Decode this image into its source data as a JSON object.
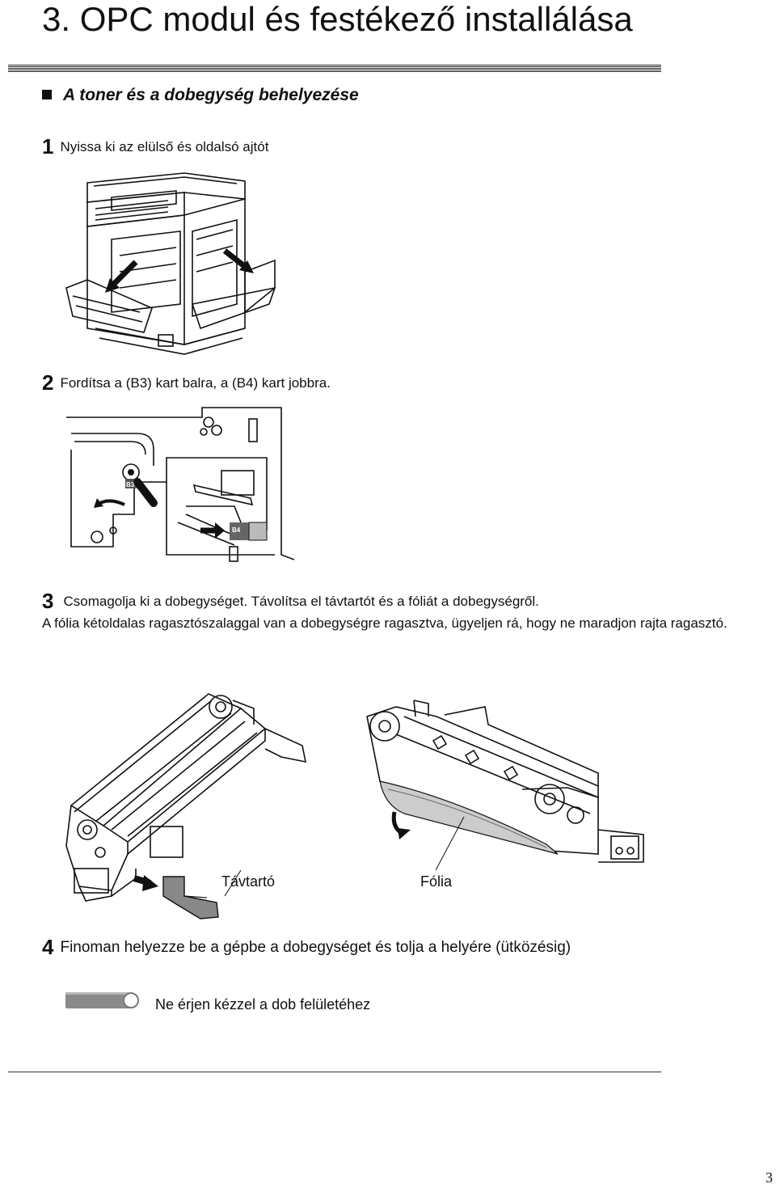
{
  "header": {
    "title": "3. OPC modul és festékező installálása"
  },
  "section": {
    "heading": "A toner és a dobegység behelyezése"
  },
  "steps": [
    {
      "num": "1",
      "text": "Nyissa ki az elülső és oldalsó ajtót"
    },
    {
      "num": "2",
      "text": "Fordítsa a (B3) kart balra, a (B4) kart jobbra."
    },
    {
      "num": "3",
      "text": "Csomagolja ki a dobegységet. Távolítsa el távtartót és a fóliát  a dobegységről."
    },
    {
      "num": "4",
      "text": "Finoman helyezze be a gépbe a dobegységet és tolja a helyére (ütközésig)"
    }
  ],
  "step3_detail": "A fólia kétoldalas ragasztószalaggal van a dobegységre ragasztva, ügyeljen rá, hogy ne maradjon rajta ragasztó.",
  "figure2": {
    "lever_b3": "B3",
    "lever_b4": "B4"
  },
  "figure3": {
    "label_spacer": "Távtartó",
    "label_film": "Fólia"
  },
  "warning": {
    "text": "Ne érjen kézzel a dob felületéhez",
    "icon": "warning-bar-icon"
  },
  "footer": {
    "page_number": "3"
  },
  "colors": {
    "text": "#111111",
    "rule": "#222222",
    "warning_bar": "#8a8a8a"
  }
}
